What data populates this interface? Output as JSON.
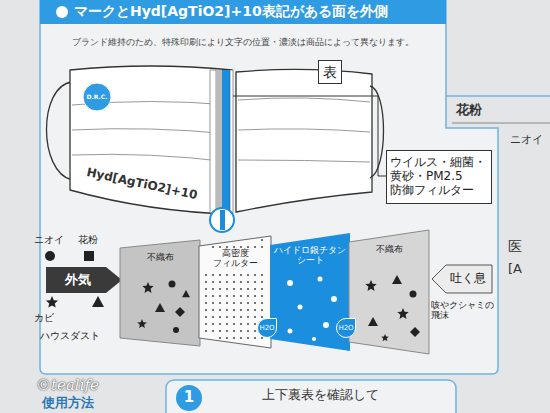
{
  "diagram": {
    "nodes": [
      {
        "text": [
          "マークとHyd[AgTiO2]+10表記がある面を外側"
        ]
      },
      {
        "text": [
          "D.R.C."
        ]
      },
      {
        "text": [
          "表"
        ]
      },
      {
        "text": [
          "ウイルス・細菌・ 黄砂・PM2.5 防御フィルター"
        ]
      },
      {
        "text": [
          "外気"
        ]
      },
      {
        "text": [
          "不織布"
        ]
      },
      {
        "text": [
          "高密度 フィルター"
        ]
      },
      {
        "text": [
          "ハイドロ銀チタン シート"
        ]
      },
      {
        "text": [
          "不織布"
        ]
      },
      {
        "text": [
          "吐く息"
        ]
      },
      {
        "text": [
          "1"
        ]
      }
    ],
    "labels": [
      "ブランド維持のため、特殊印刷により文字の位置・濃淡は商品によって異なります。",
      "Hyd[AgTiO2]+10",
      "ニオイ",
      "花粉",
      "カビ",
      "ハウスダスト",
      "H2O",
      "H2O",
      "咳やクシャミの 飛沫",
      "花粉",
      "ニオイ",
      "医",
      "[A",
      "使用方法",
      "上下裏表を確認して",
      "©tealife"
    ]
  }
}
